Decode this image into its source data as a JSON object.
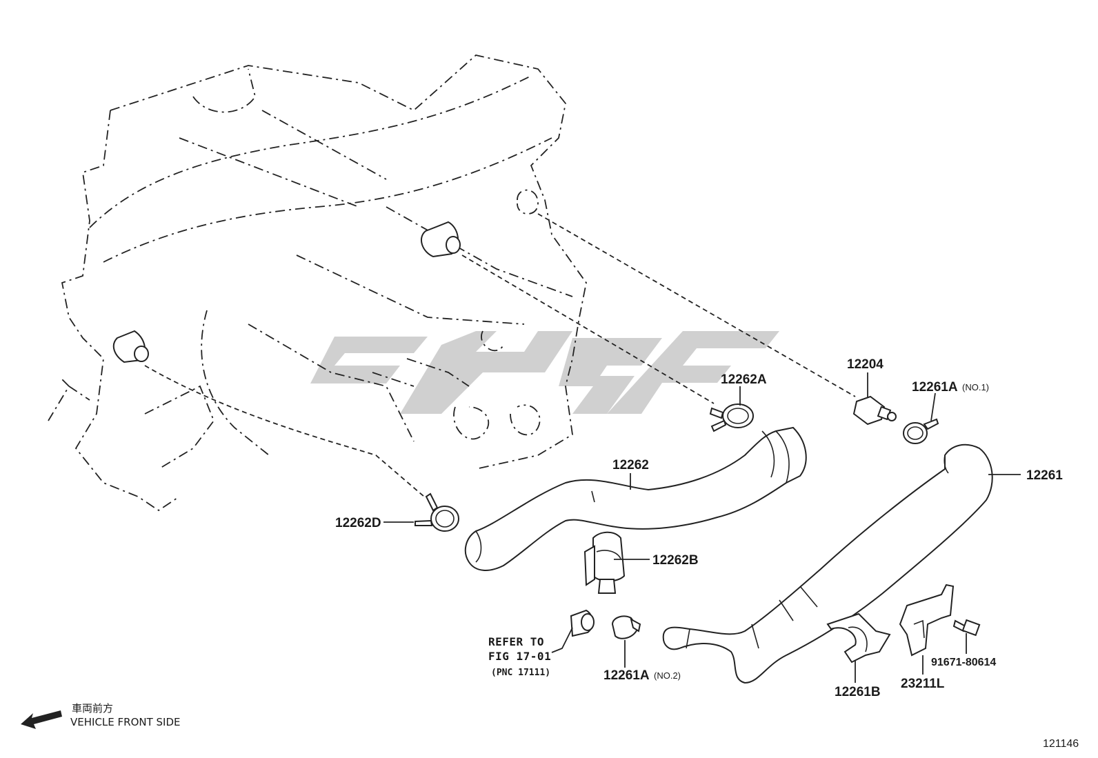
{
  "labels": {
    "p12204": "12204",
    "p12262A": "12262A",
    "p12261A_no1": "12261A",
    "p12261A_no1_suffix": "(NO.1)",
    "p12262": "12262",
    "p12261": "12261",
    "p12262D": "12262D",
    "p12262B": "12262B",
    "p12261A_no2": "12261A",
    "p12261A_no2_suffix": "(NO.2)",
    "p12261B": "12261B",
    "p23211L": "23211L",
    "p91671": "91671-80614"
  },
  "refer": {
    "line1": "REFER TO",
    "line2": "FIG 17-01",
    "line3": "(PNC 17111)"
  },
  "direction": {
    "jp": "車両前方",
    "en": "VEHICLE FRONT SIDE"
  },
  "figure_number": "121146"
}
